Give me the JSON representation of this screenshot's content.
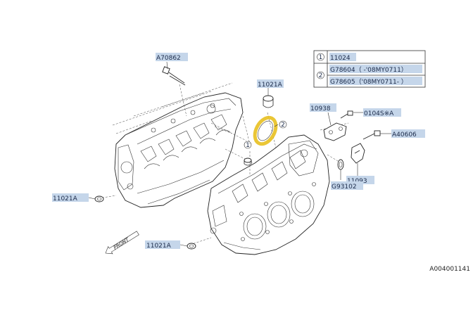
{
  "callouts": {
    "a70862": "A70862",
    "r11021a_top": "11021A",
    "r11021a_left": "11021A",
    "r11021a_bottom": "11021A",
    "r10938": "10938",
    "r0104s": "0104S※A",
    "a40606": "A40606",
    "r11093": "11093",
    "g93102": "G93102"
  },
  "markers": {
    "one": "1",
    "two": "2"
  },
  "legend": {
    "rows": [
      {
        "marker": "1",
        "parts": [
          "11024"
        ]
      },
      {
        "marker": "2",
        "parts": [
          "G78604（ -'08MY0711）",
          "G78605（'08MY0711- ）"
        ]
      }
    ]
  },
  "front_label": "FRONT",
  "figure_id": "A004001141",
  "colors": {
    "highlight": "#e8c020",
    "callout_bg": "#c5d6ea",
    "line": "#222222"
  }
}
